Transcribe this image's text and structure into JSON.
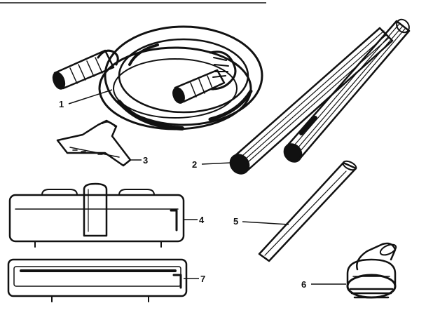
{
  "diagram": {
    "parts": [
      {
        "number": "1",
        "part": "hose"
      },
      {
        "number": "2",
        "part": "extension-wands"
      },
      {
        "number": "3",
        "part": "upholstery-nozzle"
      },
      {
        "number": "4",
        "part": "floor-nozzle"
      },
      {
        "number": "5",
        "part": "crevice-tool"
      },
      {
        "number": "6",
        "part": "dusting-brush"
      },
      {
        "number": "7",
        "part": "floor-nozzle-base"
      }
    ]
  }
}
